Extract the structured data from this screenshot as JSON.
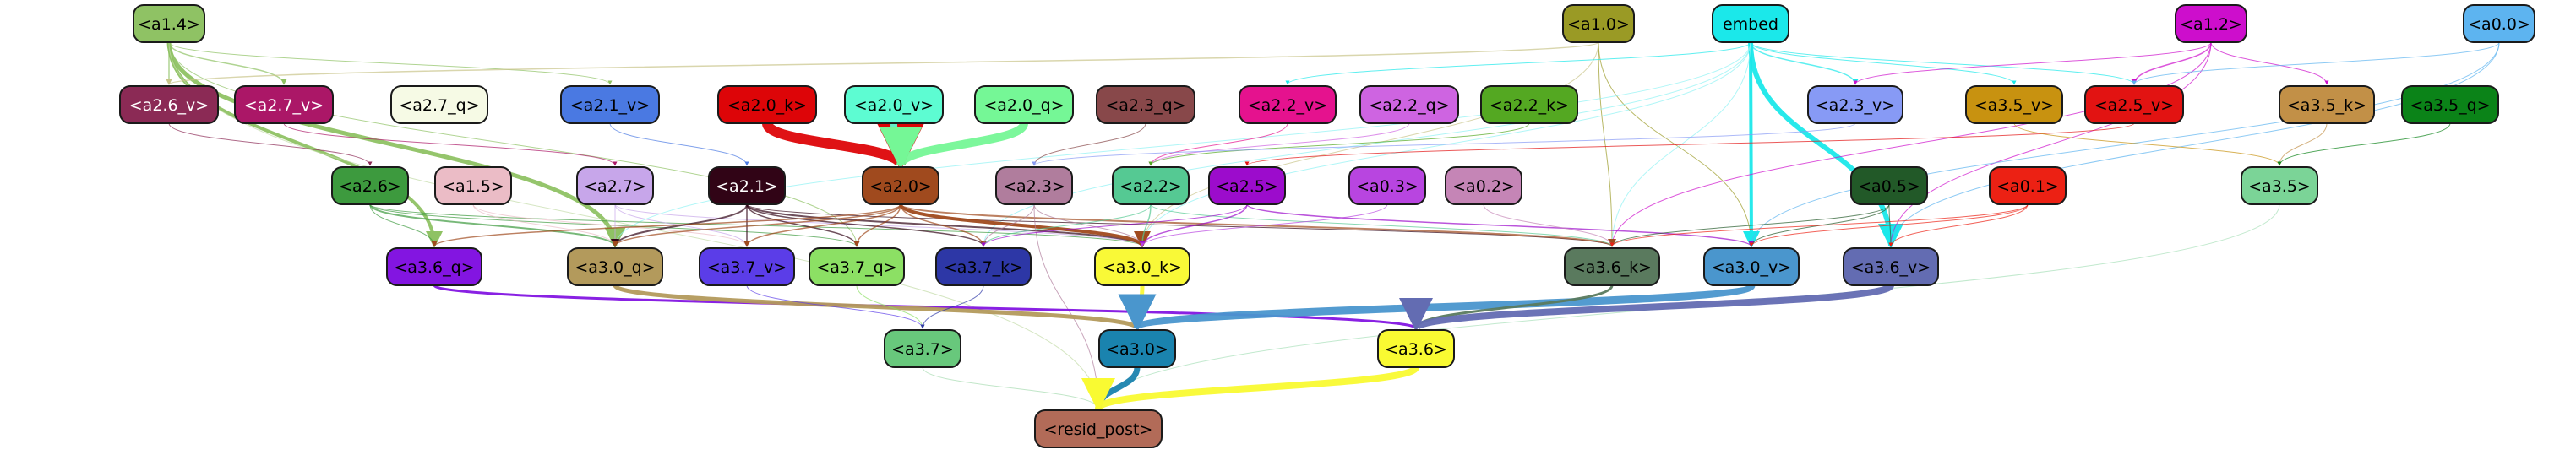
{
  "graph": {
    "nodes": [
      {
        "id": "a1.4",
        "label": "<a1.4>",
        "fill": "#8fc264",
        "text": "#000000"
      },
      {
        "id": "a1.0",
        "label": "<a1.0>",
        "fill": "#9a9a25",
        "text": "#000000"
      },
      {
        "id": "embed",
        "label": "embed",
        "fill": "#1be8ea",
        "text": "#000000"
      },
      {
        "id": "a1.2",
        "label": "<a1.2>",
        "fill": "#cd0ecc",
        "text": "#000000"
      },
      {
        "id": "a0.0",
        "label": "<a0.0>",
        "fill": "#5db4f0",
        "text": "#000000"
      },
      {
        "id": "a2.6_v",
        "label": "<a2.6_v>",
        "fill": "#8b2a55",
        "text": "#ffffff"
      },
      {
        "id": "a2.7_v",
        "label": "<a2.7_v>",
        "fill": "#ab1767",
        "text": "#ffffff"
      },
      {
        "id": "a2.7_q",
        "label": "<a2.7_q>",
        "fill": "#f6fae5",
        "text": "#000000"
      },
      {
        "id": "a2.1_v",
        "label": "<a2.1_v>",
        "fill": "#4a79e2",
        "text": "#000000"
      },
      {
        "id": "a2.0_k",
        "label": "<a2.0_k>",
        "fill": "#dd0508",
        "text": "#000000"
      },
      {
        "id": "a2.0_v",
        "label": "<a2.0_v>",
        "fill": "#5dfcd2",
        "text": "#000000"
      },
      {
        "id": "a2.0_q",
        "label": "<a2.0_q>",
        "fill": "#75f796",
        "text": "#000000"
      },
      {
        "id": "a2.3_q",
        "label": "<a2.3_q>",
        "fill": "#88484a",
        "text": "#000000"
      },
      {
        "id": "a2.2_v",
        "label": "<a2.2_v>",
        "fill": "#e5128e",
        "text": "#000000"
      },
      {
        "id": "a2.2_q",
        "label": "<a2.2_q>",
        "fill": "#ce64e1",
        "text": "#000000"
      },
      {
        "id": "a2.2_k",
        "label": "<a2.2_k>",
        "fill": "#54a822",
        "text": "#000000"
      },
      {
        "id": "a2.3_v",
        "label": "<a2.3_v>",
        "fill": "#879af5",
        "text": "#000000"
      },
      {
        "id": "a3.5_v",
        "label": "<a3.5_v>",
        "fill": "#c89210",
        "text": "#000000"
      },
      {
        "id": "a2.5_v",
        "label": "<a2.5_v>",
        "fill": "#e21312",
        "text": "#000000"
      },
      {
        "id": "a3.5_k",
        "label": "<a3.5_k>",
        "fill": "#c29047",
        "text": "#000000"
      },
      {
        "id": "a3.5_q",
        "label": "<a3.5_q>",
        "fill": "#0b8318",
        "text": "#000000"
      },
      {
        "id": "a2.6",
        "label": "<a2.6>",
        "fill": "#3d9a3e",
        "text": "#000000"
      },
      {
        "id": "a1.5",
        "label": "<a1.5>",
        "fill": "#ebbcc6",
        "text": "#000000"
      },
      {
        "id": "a2.7",
        "label": "<a2.7>",
        "fill": "#c7a6ea",
        "text": "#000000"
      },
      {
        "id": "a2.1",
        "label": "<a2.1>",
        "fill": "#310416",
        "text": "#ffffff"
      },
      {
        "id": "a2.0",
        "label": "<a2.0>",
        "fill": "#a04a1e",
        "text": "#000000"
      },
      {
        "id": "a2.3",
        "label": "<a2.3>",
        "fill": "#b07d9d",
        "text": "#000000"
      },
      {
        "id": "a2.2",
        "label": "<a2.2>",
        "fill": "#55c993",
        "text": "#000000"
      },
      {
        "id": "a2.5",
        "label": "<a2.5>",
        "fill": "#9c0ccc",
        "text": "#000000"
      },
      {
        "id": "a0.3",
        "label": "<a0.3>",
        "fill": "#b845e0",
        "text": "#000000"
      },
      {
        "id": "a0.2",
        "label": "<a0.2>",
        "fill": "#c585b6",
        "text": "#000000"
      },
      {
        "id": "a0.5",
        "label": "<a0.5>",
        "fill": "#225928",
        "text": "#000000"
      },
      {
        "id": "a0.1",
        "label": "<a0.1>",
        "fill": "#ec2114",
        "text": "#000000"
      },
      {
        "id": "a3.5",
        "label": "<a3.5>",
        "fill": "#7bd497",
        "text": "#000000"
      },
      {
        "id": "a3.6_q",
        "label": "<a3.6_q>",
        "fill": "#8315e1",
        "text": "#000000"
      },
      {
        "id": "a3.0_q",
        "label": "<a3.0_q>",
        "fill": "#b39a5c",
        "text": "#000000"
      },
      {
        "id": "a3.7_v",
        "label": "<a3.7_v>",
        "fill": "#5b3de8",
        "text": "#000000"
      },
      {
        "id": "a3.7_q",
        "label": "<a3.7_q>",
        "fill": "#8ce064",
        "text": "#000000"
      },
      {
        "id": "a3.7_k",
        "label": "<a3.7_k>",
        "fill": "#2d37a6",
        "text": "#000000"
      },
      {
        "id": "a3.0_k",
        "label": "<a3.0_k>",
        "fill": "#f9f937",
        "text": "#000000"
      },
      {
        "id": "a3.6_k",
        "label": "<a3.6_k>",
        "fill": "#5a7a5e",
        "text": "#000000"
      },
      {
        "id": "a3.0_v",
        "label": "<a3.0_v>",
        "fill": "#4a96cd",
        "text": "#000000"
      },
      {
        "id": "a3.6_v",
        "label": "<a3.6_v>",
        "fill": "#636cb2",
        "text": "#000000"
      },
      {
        "id": "a3.7",
        "label": "<a3.7>",
        "fill": "#68c87c",
        "text": "#000000"
      },
      {
        "id": "a3.0",
        "label": "<a3.0>",
        "fill": "#1a83ae",
        "text": "#000000"
      },
      {
        "id": "a3.6",
        "label": "<a3.6>",
        "fill": "#f9fa32",
        "text": "#000000"
      },
      {
        "id": "resid_post",
        "label": "<resid_post>",
        "fill": "#b26b58",
        "text": "#000000"
      }
    ],
    "edges": [
      {
        "from": "a1.4",
        "to": "a2.6_v",
        "color": "#8fc264",
        "weight": 1.5
      },
      {
        "from": "a1.4",
        "to": "a2.7_v",
        "color": "#8fc264",
        "weight": 1.5
      },
      {
        "from": "a1.4",
        "to": "a2.1_v",
        "color": "#8fc264",
        "weight": 1
      },
      {
        "from": "a1.4",
        "to": "a3.6_q",
        "color": "#8fc264",
        "weight": 4
      },
      {
        "from": "a1.4",
        "to": "a3.0_q",
        "color": "#8fc264",
        "weight": 5
      },
      {
        "from": "a1.4",
        "to": "a3.7_q",
        "color": "#8fc264",
        "weight": 1
      },
      {
        "from": "a1.4",
        "to": "resid_post",
        "color": "#c3dba8",
        "weight": 1
      },
      {
        "from": "a1.0",
        "to": "a2.6_v",
        "color": "#c9c48a",
        "weight": 1.5
      },
      {
        "from": "a1.0",
        "to": "a3.6_k",
        "color": "#9a9a25",
        "weight": 1
      },
      {
        "from": "a1.0",
        "to": "a3.0_v",
        "color": "#9a9a25",
        "weight": 1
      },
      {
        "from": "a1.0",
        "to": "a3.0_k",
        "color": "#c9c48a",
        "weight": 1
      },
      {
        "from": "embed",
        "to": "a3.0_v",
        "color": "#1be8ea",
        "weight": 4
      },
      {
        "from": "embed",
        "to": "a3.6_v",
        "color": "#1be8ea",
        "weight": 6
      },
      {
        "from": "embed",
        "to": "a2.3_v",
        "color": "#1be8ea",
        "weight": 1.5
      },
      {
        "from": "embed",
        "to": "a3.5_v",
        "color": "#1be8ea",
        "weight": 1
      },
      {
        "from": "embed",
        "to": "a2.5_v",
        "color": "#1be8ea",
        "weight": 1
      },
      {
        "from": "embed",
        "to": "a2.2_v",
        "color": "#1be8ea",
        "weight": 1
      },
      {
        "from": "embed",
        "to": "a3.6_k",
        "color": "#8ef2f3",
        "weight": 1
      },
      {
        "from": "embed",
        "to": "a3.0_k",
        "color": "#8ef2f3",
        "weight": 1
      },
      {
        "from": "embed",
        "to": "a3.7_k",
        "color": "#8ef2f3",
        "weight": 1
      },
      {
        "from": "embed",
        "to": "a3.0_q",
        "color": "#8ef2f3",
        "weight": 1
      },
      {
        "from": "a1.2",
        "to": "a2.5_v",
        "color": "#cd0ecc",
        "weight": 1.5
      },
      {
        "from": "a1.2",
        "to": "a3.5_k",
        "color": "#cd0ecc",
        "weight": 1
      },
      {
        "from": "a1.2",
        "to": "a2.3_v",
        "color": "#cd0ecc",
        "weight": 1
      },
      {
        "from": "a1.2",
        "to": "a3.6_v",
        "color": "#cd0ecc",
        "weight": 1
      },
      {
        "from": "a1.2",
        "to": "a3.6_k",
        "color": "#cd0ecc",
        "weight": 1
      },
      {
        "from": "a0.0",
        "to": "a3.6_v",
        "color": "#5db4f0",
        "weight": 1
      },
      {
        "from": "a0.0",
        "to": "a2.5_v",
        "color": "#5db4f0",
        "weight": 1
      },
      {
        "from": "a0.0",
        "to": "a3.0_v",
        "color": "#5db4f0",
        "weight": 1
      },
      {
        "from": "a2.6_v",
        "to": "a2.6",
        "color": "#8b2a55",
        "weight": 1
      },
      {
        "from": "a2.7_v",
        "to": "a2.7",
        "color": "#ab1767",
        "weight": 1
      },
      {
        "from": "a2.1_v",
        "to": "a2.1",
        "color": "#4a79e2",
        "weight": 1
      },
      {
        "from": "a2.0_k",
        "to": "a2.0",
        "color": "#dd0508",
        "weight": 12
      },
      {
        "from": "a2.0_v",
        "to": "a2.0",
        "color": "#5dfcd2",
        "weight": 8
      },
      {
        "from": "a2.0_q",
        "to": "a2.0",
        "color": "#75f796",
        "weight": 10
      },
      {
        "from": "a2.3_q",
        "to": "a2.3",
        "color": "#88484a",
        "weight": 1
      },
      {
        "from": "a2.2_v",
        "to": "a2.2",
        "color": "#e5128e",
        "weight": 1
      },
      {
        "from": "a2.2_q",
        "to": "a2.2",
        "color": "#ce64e1",
        "weight": 1
      },
      {
        "from": "a2.2_k",
        "to": "a2.2",
        "color": "#54a822",
        "weight": 1
      },
      {
        "from": "a2.3_v",
        "to": "a2.3",
        "color": "#879af5",
        "weight": 1
      },
      {
        "from": "a2.5_v",
        "to": "a2.5",
        "color": "#e21312",
        "weight": 1
      },
      {
        "from": "a3.5_v",
        "to": "a3.5",
        "color": "#c89210",
        "weight": 1
      },
      {
        "from": "a3.5_k",
        "to": "a3.5",
        "color": "#c29047",
        "weight": 1
      },
      {
        "from": "a3.5_q",
        "to": "a3.5",
        "color": "#0b8318",
        "weight": 1
      },
      {
        "from": "a2.6",
        "to": "a3.0_q",
        "color": "#3d9a3e",
        "weight": 2
      },
      {
        "from": "a2.6",
        "to": "a3.7_q",
        "color": "#3d9a3e",
        "weight": 1
      },
      {
        "from": "a2.6",
        "to": "a3.6_q",
        "color": "#3d9a3e",
        "weight": 1
      },
      {
        "from": "a2.6",
        "to": "a3.0_k",
        "color": "#3d9a3e",
        "weight": 1
      },
      {
        "from": "a1.5",
        "to": "a3.0_q",
        "color": "#ebbcc6",
        "weight": 1
      },
      {
        "from": "a1.5",
        "to": "a3.7_v",
        "color": "#ebbcc6",
        "weight": 1
      },
      {
        "from": "a2.7",
        "to": "a3.0_q",
        "color": "#c7a6ea",
        "weight": 1
      },
      {
        "from": "a2.7",
        "to": "a3.7_v",
        "color": "#c7a6ea",
        "weight": 1
      },
      {
        "from": "a2.7",
        "to": "a3.0_k",
        "color": "#c7a6ea",
        "weight": 1
      },
      {
        "from": "a2.1",
        "to": "a3.0_q",
        "color": "#310416",
        "weight": 2
      },
      {
        "from": "a2.1",
        "to": "a3.7_v",
        "color": "#310416",
        "weight": 1.5
      },
      {
        "from": "a2.1",
        "to": "a3.7_q",
        "color": "#310416",
        "weight": 1.5
      },
      {
        "from": "a2.1",
        "to": "a3.7_k",
        "color": "#310416",
        "weight": 1.5
      },
      {
        "from": "a2.1",
        "to": "a3.0_k",
        "color": "#310416",
        "weight": 2
      },
      {
        "from": "a2.1",
        "to": "a3.6_k",
        "color": "#310416",
        "weight": 1
      },
      {
        "from": "a2.0",
        "to": "a3.0_k",
        "color": "#a04a1e",
        "weight": 4
      },
      {
        "from": "a2.0",
        "to": "a3.6_k",
        "color": "#a04a1e",
        "weight": 2
      },
      {
        "from": "a2.0",
        "to": "a3.7_q",
        "color": "#a04a1e",
        "weight": 1.5
      },
      {
        "from": "a2.0",
        "to": "a3.7_k",
        "color": "#a04a1e",
        "weight": 1.5
      },
      {
        "from": "a2.0",
        "to": "a3.0_q",
        "color": "#a04a1e",
        "weight": 1.5
      },
      {
        "from": "a2.0",
        "to": "a3.6_q",
        "color": "#a04a1e",
        "weight": 1.5
      },
      {
        "from": "a2.0",
        "to": "a3.7_v",
        "color": "#a04a1e",
        "weight": 1.5
      },
      {
        "from": "a2.3",
        "to": "a3.7_k",
        "color": "#b07d9d",
        "weight": 1
      },
      {
        "from": "a2.3",
        "to": "a3.0_k",
        "color": "#b07d9d",
        "weight": 1
      },
      {
        "from": "a2.3",
        "to": "resid_post",
        "color": "#b07d9d",
        "weight": 1
      },
      {
        "from": "a2.2",
        "to": "a3.0_k",
        "color": "#55c993",
        "weight": 1.5
      },
      {
        "from": "a2.2",
        "to": "a3.7_k",
        "color": "#55c993",
        "weight": 1
      },
      {
        "from": "a2.2",
        "to": "a3.6_k",
        "color": "#55c993",
        "weight": 1
      },
      {
        "from": "a2.5",
        "to": "a3.0_k",
        "color": "#9c0ccc",
        "weight": 1.5
      },
      {
        "from": "a2.5",
        "to": "a3.0_v",
        "color": "#9c0ccc",
        "weight": 1.5
      },
      {
        "from": "a2.5",
        "to": "a3.7_k",
        "color": "#9c0ccc",
        "weight": 1
      },
      {
        "from": "a0.3",
        "to": "a3.0_k",
        "color": "#b845e0",
        "weight": 1
      },
      {
        "from": "a0.2",
        "to": "a3.6_k",
        "color": "#c585b6",
        "weight": 1
      },
      {
        "from": "a0.5",
        "to": "a3.6_k",
        "color": "#225928",
        "weight": 1
      },
      {
        "from": "a0.5",
        "to": "a3.0_v",
        "color": "#225928",
        "weight": 1
      },
      {
        "from": "a0.5",
        "to": "a3.6_v",
        "color": "#225928",
        "weight": 1
      },
      {
        "from": "a0.1",
        "to": "a3.6_v",
        "color": "#ec2114",
        "weight": 1
      },
      {
        "from": "a0.1",
        "to": "a3.0_v",
        "color": "#ec2114",
        "weight": 1
      },
      {
        "from": "a0.1",
        "to": "a3.6_k",
        "color": "#ec2114",
        "weight": 1
      },
      {
        "from": "a3.5",
        "to": "resid_post",
        "color": "#a8dfb9",
        "weight": 1
      },
      {
        "from": "a3.6_q",
        "to": "a3.6",
        "color": "#8315e1",
        "weight": 3
      },
      {
        "from": "a3.0_q",
        "to": "a3.0",
        "color": "#b39a5c",
        "weight": 5
      },
      {
        "from": "a3.7_v",
        "to": "a3.7",
        "color": "#5b3de8",
        "weight": 1
      },
      {
        "from": "a3.7_q",
        "to": "a3.7",
        "color": "#8ce064",
        "weight": 1
      },
      {
        "from": "a3.7_k",
        "to": "a3.7",
        "color": "#2d37a6",
        "weight": 1
      },
      {
        "from": "a3.0_k",
        "to": "a3.0",
        "color": "#f9f937",
        "weight": 5
      },
      {
        "from": "a3.0_v",
        "to": "a3.0",
        "color": "#4a96cd",
        "weight": 9
      },
      {
        "from": "a3.6_k",
        "to": "a3.6",
        "color": "#5a7a5e",
        "weight": 3
      },
      {
        "from": "a3.6_v",
        "to": "a3.6",
        "color": "#636cb2",
        "weight": 8
      },
      {
        "from": "a3.7",
        "to": "resid_post",
        "color": "#a6dbb1",
        "weight": 1
      },
      {
        "from": "a3.0",
        "to": "resid_post",
        "color": "#1a83ae",
        "weight": 7
      },
      {
        "from": "a3.6",
        "to": "resid_post",
        "color": "#f9fa32",
        "weight": 8
      }
    ]
  }
}
